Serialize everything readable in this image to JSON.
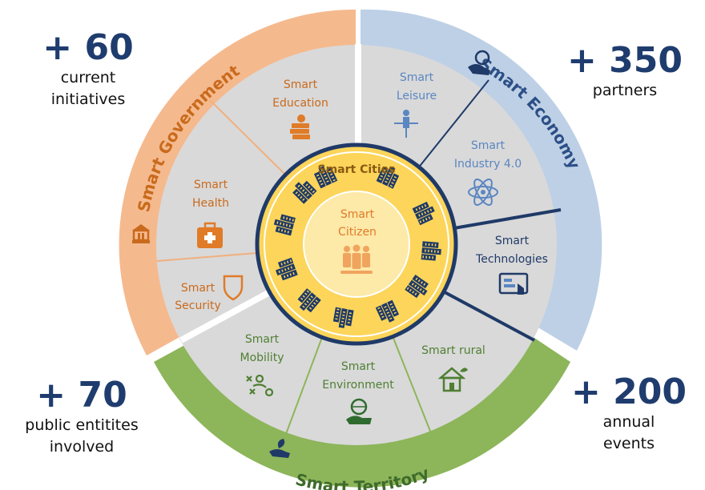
{
  "stats": {
    "initiatives": {
      "number": "+ 60",
      "line1": "current",
      "line2": "initiatives"
    },
    "partners": {
      "number": "+ 350",
      "line1": "partners"
    },
    "entities": {
      "number": "+ 70",
      "line1": "public entitites",
      "line2": "involved"
    },
    "events": {
      "number": "+ 200",
      "line1": "annual",
      "line2": "events"
    }
  },
  "ring": {
    "government": "Smart Government",
    "economy": "Smart Economy",
    "territory": "Smart Territory"
  },
  "sectors": {
    "education": {
      "line1": "Smart",
      "line2": "Education"
    },
    "health": {
      "line1": "Smart",
      "line2": "Health"
    },
    "security": {
      "line1": "Smart",
      "line2": "Security"
    },
    "leisure": {
      "line1": "Smart",
      "line2": "Leisure"
    },
    "industry": {
      "line1": "Smart",
      "line2": "Industry 4.0"
    },
    "technologies": {
      "line1": "Smart",
      "line2": "Technologies"
    },
    "mobility": {
      "line1": "Smart",
      "line2": "Mobility"
    },
    "environment": {
      "line1": "Smart",
      "line2": "Environment"
    },
    "rural": {
      "line1": "Smart rural"
    }
  },
  "center": {
    "cities": "Smart Cities",
    "citizen_line1": "Smart",
    "citizen_line2": "Citizen"
  },
  "icons": [
    "building-icon",
    "books-apple-icon",
    "medical-kit-icon",
    "shield-icon",
    "hand-globe-icon",
    "person-arrows-icon",
    "atom-icon",
    "touchscreen-icon",
    "route-icon",
    "hand-leaf-icon",
    "house-plant-icon",
    "people-group-icon",
    "city-blocks-icon"
  ],
  "colors": {
    "government": "#f5b98e",
    "economy": "#bed0e6",
    "territory": "#8db55a",
    "sector_bg": "#d9d9d9",
    "gov_text": "#c96a1c",
    "eco_text": "#2b4f86",
    "ter_text": "#3e6b2a",
    "navy": "#1f3a68",
    "center_yellow": "#fcd55a",
    "center_inner": "#fde9a8",
    "headline": "#1f3c6e"
  }
}
